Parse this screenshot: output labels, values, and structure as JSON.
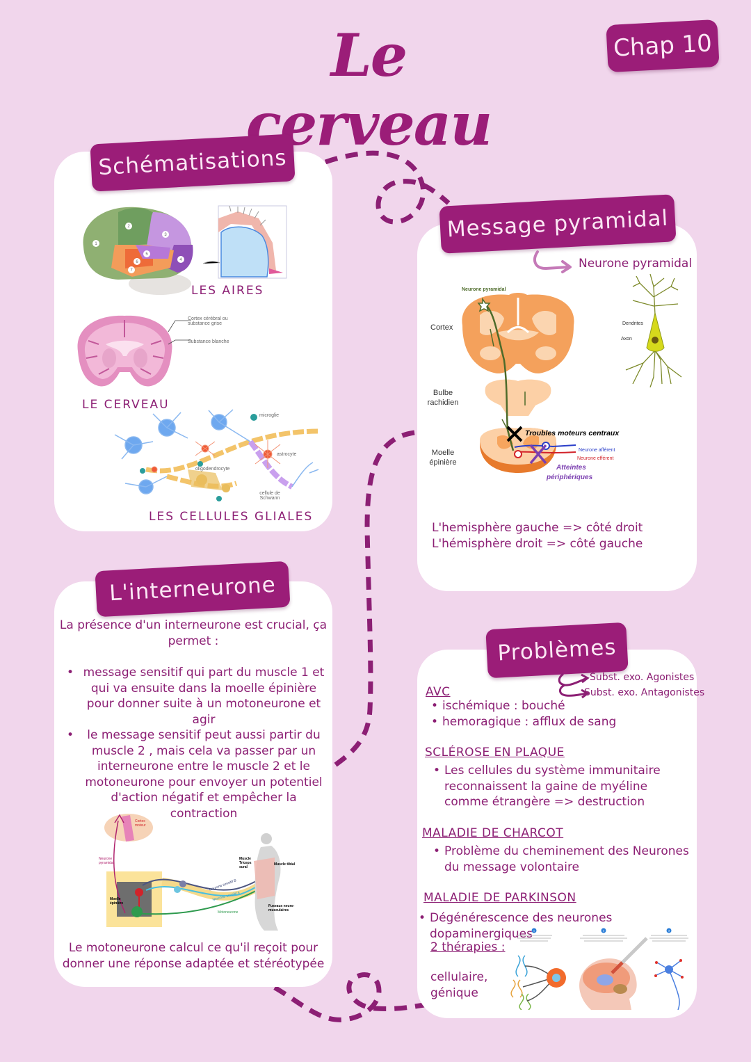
{
  "header": {
    "title": "Le cerveau",
    "chapter_badge": "Chap 10"
  },
  "colors": {
    "background": "#f1d6ec",
    "accent": "#9b1d78",
    "text": "#8c1f74",
    "card": "#ffffff",
    "tag_text": "#fbe7f4"
  },
  "schematisations": {
    "tag": "Schématisations",
    "areas_caption": "LES AIRES",
    "areas_numbers": [
      "1",
      "2",
      "3",
      "4",
      "5",
      "6",
      "7"
    ],
    "brain_caption": "LE CERVEAU",
    "brain_labels": {
      "cortex": "Cortex cérébral ou substance grise",
      "white_matter": "Substance blanche"
    },
    "glial_caption": "LES CELLULES GLIALES",
    "glial_labels": {
      "microglia": "microglie",
      "astrocyte": "astrocyte",
      "oligodendrocyte": "oligodendrocyte",
      "schwann": "cellule de Schwann"
    }
  },
  "message_pyramidal": {
    "tag": "Message pyramidal",
    "arrow_label": "Neurone pyramidal",
    "diagram": {
      "top_label": "Neurone pyramidal",
      "cortex": "Cortex",
      "bulbe": "Bulbe rachidien",
      "moelle": "Moelle épinière",
      "troubles": "Troubles moteurs centraux",
      "afferent": "Neurone afférent",
      "efferent": "Neurone efférent",
      "atteintes_1": "Atteintes",
      "atteintes_2": "périphériques"
    },
    "neuron_labels": {
      "dendrites": "Dendrites",
      "axon": "Axon"
    },
    "lines": [
      "L'hemisphère gauche => côté droit",
      "L'hémisphère droit => côté gauche"
    ]
  },
  "interneurone": {
    "tag": "L'interneurone",
    "intro": "La présence d'un interneurone est crucial, ça permet :",
    "bullets": [
      "message sensitif qui part du muscle 1 et qui va ensuite dans la moelle épinière pour donner suite à un motoneurone et agir",
      "le message sensitif peut aussi partir du muscle 2 , mais cela va passer par un interneurone entre le muscle 2 et le motoneurone pour envoyer un potentiel d'action négatif et empêcher la contraction"
    ],
    "diagram": {
      "cortex": "Cortex moteur",
      "pyramidal": "Neurone pyramidal",
      "moelle": "Moelle épinière",
      "triceps": "Muscle Triceps sural",
      "tibial": "Muscle tibial",
      "sensitif_b": "Neurone sensitif B",
      "sensitif_a": "Neurone sensitif A",
      "motoneurone": "Motoneurone",
      "fuseaux": "Fuseaux neuro-musculaires"
    },
    "outro": "Le motoneurone calcul ce qu'il reçoit pour donner une réponse adaptée et stéréotypée"
  },
  "problemes": {
    "tag": "Problèmes",
    "branches": [
      "Subst. exo. Agonistes",
      "Subst. exo. Antagonistes"
    ],
    "sections": [
      {
        "title": "AVC",
        "items": [
          "ischémique : bouché",
          "hemoragique : afflux de sang"
        ]
      },
      {
        "title": "SCLÉROSE EN PLAQUE",
        "items": [
          "Les cellules du système immunitaire reconnaissent la gaine de myéline comme étrangère => destruction"
        ]
      },
      {
        "title": "MALADIE DE CHARCOT",
        "items": [
          "Problème du cheminement des Neurones du message volontaire"
        ]
      },
      {
        "title": "MALADIE DE PARKINSON",
        "items": [
          "Dégénérescence des neurones dopaminergiques"
        ]
      }
    ],
    "therapies_label": "2 thérapies :",
    "therapies_types": "cellulaire, génique",
    "therapy_steps": [
      "1",
      "2",
      "3"
    ]
  }
}
